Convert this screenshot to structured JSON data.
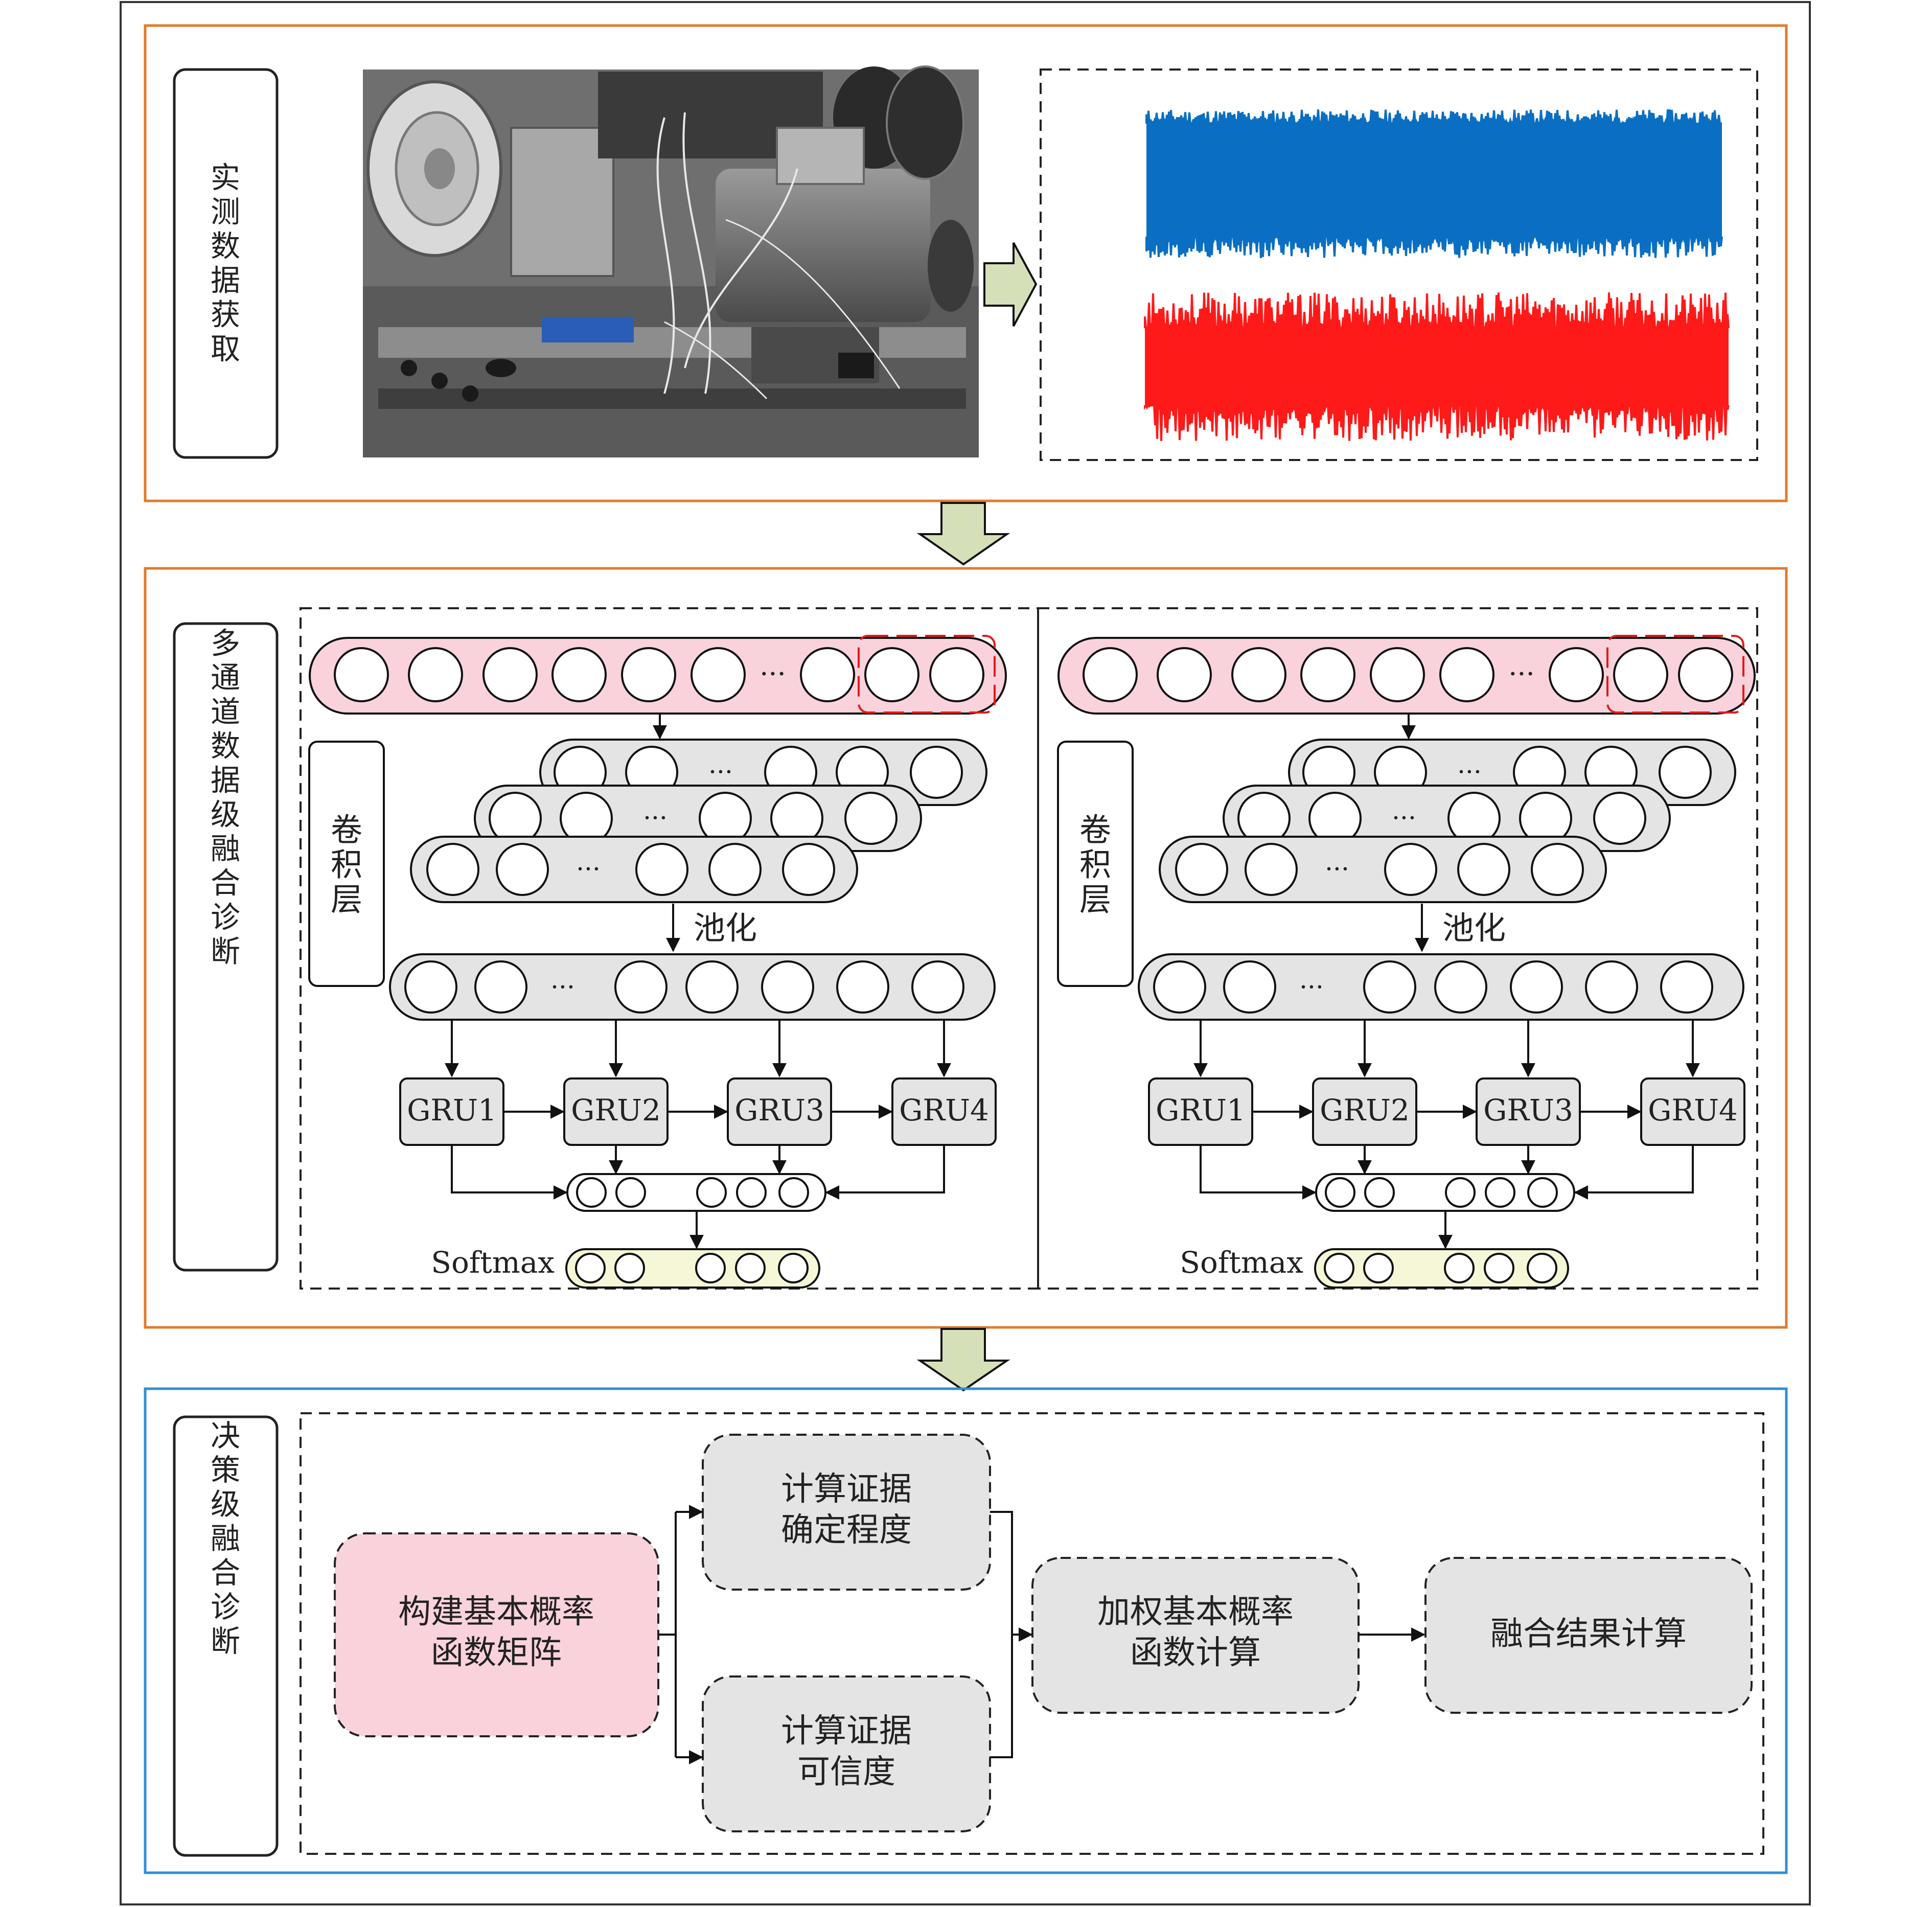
{
  "sections": {
    "acquisition": {
      "label": "实测数据获取"
    },
    "data_fusion": {
      "label": "多通道数据级融合诊断"
    },
    "decision": {
      "label": "决策级融合诊断"
    }
  },
  "network": {
    "conv_label": "卷积层",
    "pool_label": "池化",
    "ellipsis": "···",
    "gru_labels": [
      "GRU1",
      "GRU2",
      "GRU3",
      "GRU4"
    ],
    "softmax_label": "Softmax"
  },
  "decision_flow": {
    "bpa_matrix": [
      "构建基本概率",
      "函数矩阵"
    ],
    "certainty": [
      "计算证据",
      "确定程度"
    ],
    "credibility": [
      "计算证据",
      "可信度"
    ],
    "weighted_bpa": [
      "加权基本概率",
      "函数计算"
    ],
    "fusion_result": "融合结果计算"
  },
  "colors": {
    "acq_border": "#e07b2e",
    "fusion_border": "#e07b2e",
    "decision_border": "#2f8fd6",
    "signal_blue": "#0a6fc2",
    "signal_red": "#ff1a1a",
    "arrow_fill": "#d6e0b8",
    "pink_band": "#f9d2dc",
    "gray_band": "#e4e4e4",
    "softmax_band": "#f6f7d6"
  },
  "icons": {
    "photo": "test-rig-photo",
    "flow_arrow": "block-arrow-icon"
  }
}
